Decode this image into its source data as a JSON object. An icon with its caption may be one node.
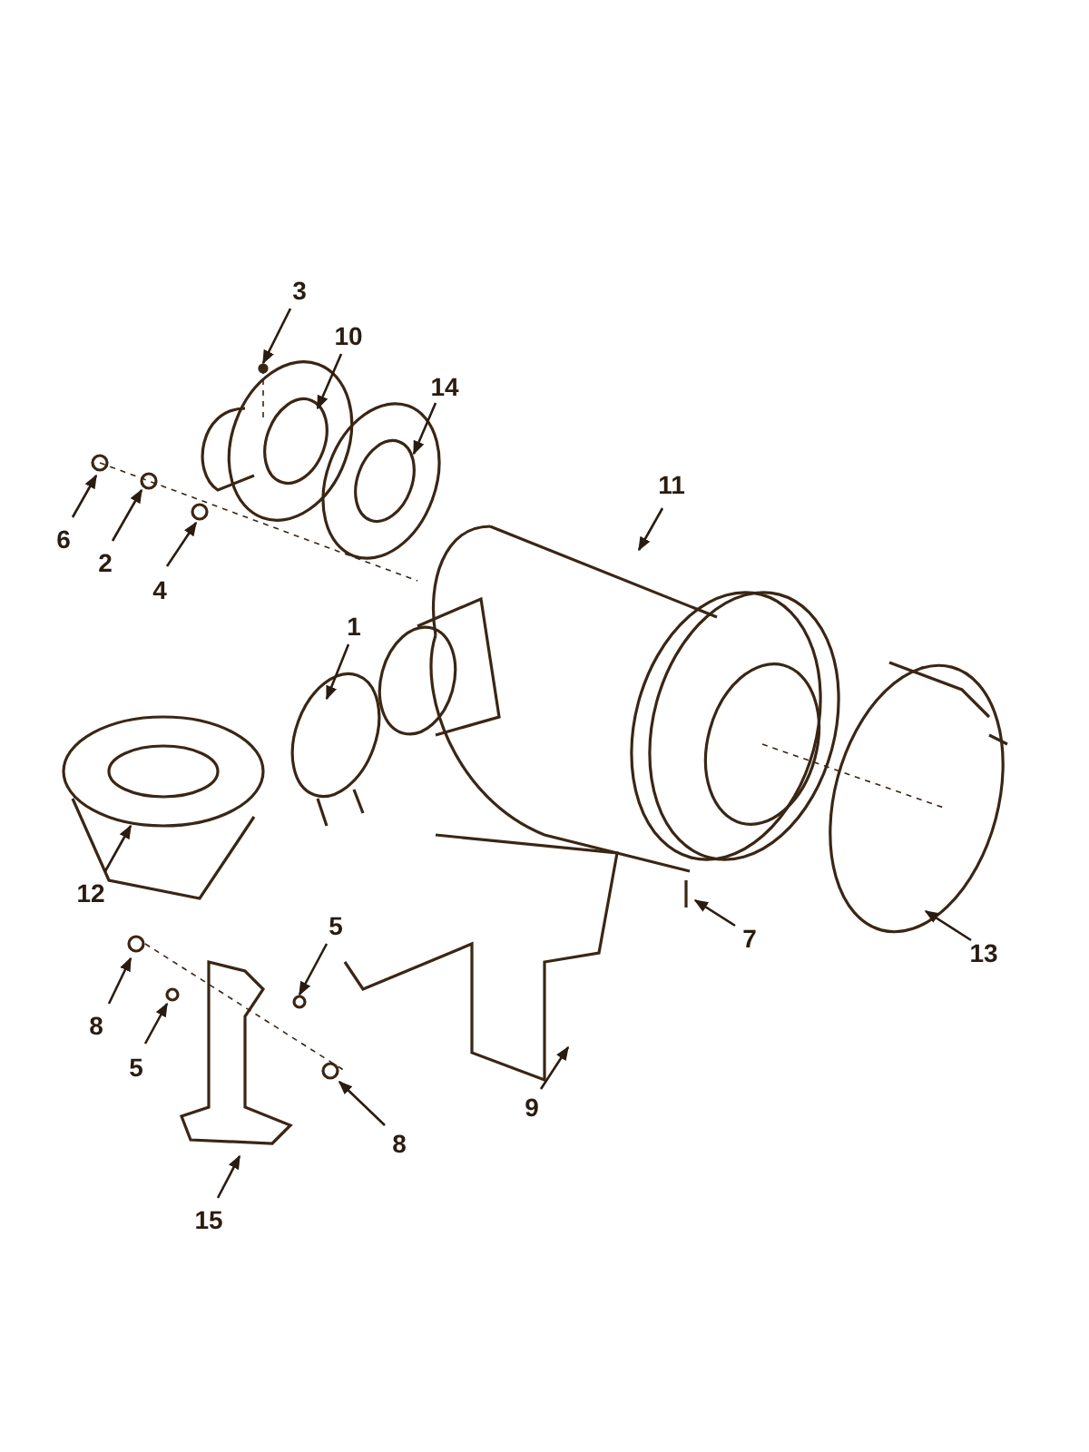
{
  "diagram": {
    "nodes": [
      {
        "text": [
          "3"
        ]
      },
      {
        "text": [
          "10"
        ]
      },
      {
        "text": [
          "14"
        ]
      },
      {
        "text": [
          "6"
        ]
      },
      {
        "text": [
          "2"
        ]
      },
      {
        "text": [
          "4"
        ]
      },
      {
        "text": [
          "11"
        ]
      },
      {
        "text": [
          "1"
        ]
      },
      {
        "text": [
          "12"
        ]
      },
      {
        "text": [
          "5"
        ]
      },
      {
        "text": [
          "7"
        ]
      },
      {
        "text": [
          "13"
        ]
      },
      {
        "text": [
          "8"
        ]
      },
      {
        "text": [
          "5"
        ]
      },
      {
        "text": [
          "8"
        ]
      },
      {
        "text": [
          "9"
        ]
      },
      {
        "text": [
          "15"
        ]
      }
    ],
    "edges": [
      {
        "from": 0,
        "to": null,
        "arrow": "to"
      },
      {
        "from": 1,
        "to": null,
        "arrow": "to"
      },
      {
        "from": 2,
        "to": null,
        "arrow": "to"
      },
      {
        "from": 3,
        "to": null,
        "arrow": "to"
      },
      {
        "from": 4,
        "to": null,
        "arrow": "to"
      },
      {
        "from": 5,
        "to": null,
        "arrow": "to"
      },
      {
        "from": 6,
        "to": null,
        "arrow": "to"
      },
      {
        "from": 7,
        "to": null,
        "arrow": "to"
      },
      {
        "from": 8,
        "to": null,
        "arrow": "to"
      },
      {
        "from": 9,
        "to": null,
        "arrow": "to"
      },
      {
        "from": 10,
        "to": null,
        "arrow": "to"
      },
      {
        "from": 11,
        "to": null,
        "arrow": "to"
      },
      {
        "from": 12,
        "to": null,
        "arrow": "to"
      },
      {
        "from": 13,
        "to": null,
        "arrow": "to"
      },
      {
        "from": 14,
        "to": null,
        "arrow": "to"
      },
      {
        "from": 15,
        "to": null,
        "arrow": "to"
      },
      {
        "from": 16,
        "to": null,
        "arrow": "to"
      }
    ]
  }
}
